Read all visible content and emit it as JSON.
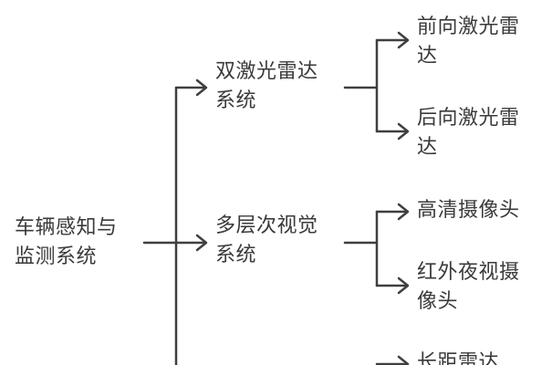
{
  "diagram": {
    "root": {
      "line1": "车辆感知与",
      "line2": "监测系统"
    },
    "branches": [
      {
        "line1": "双激光雷达",
        "line2": "系统",
        "leaves": [
          {
            "line1": "前向激光雷",
            "line2": "达"
          },
          {
            "line1": "后向激光雷",
            "line2": "达"
          }
        ]
      },
      {
        "line1": "多层次视觉",
        "line2": "系统",
        "leaves": [
          {
            "line1": "高清摄像头",
            "line2": ""
          },
          {
            "line1": "红外夜视摄",
            "line2": "像头"
          }
        ]
      },
      {
        "leaves": [
          {
            "line1": "长距雷达",
            "line2": ""
          }
        ]
      }
    ],
    "colors": {
      "text": "#3a3a3a",
      "line": "#3f3f3f",
      "background": "#ffffff"
    }
  }
}
